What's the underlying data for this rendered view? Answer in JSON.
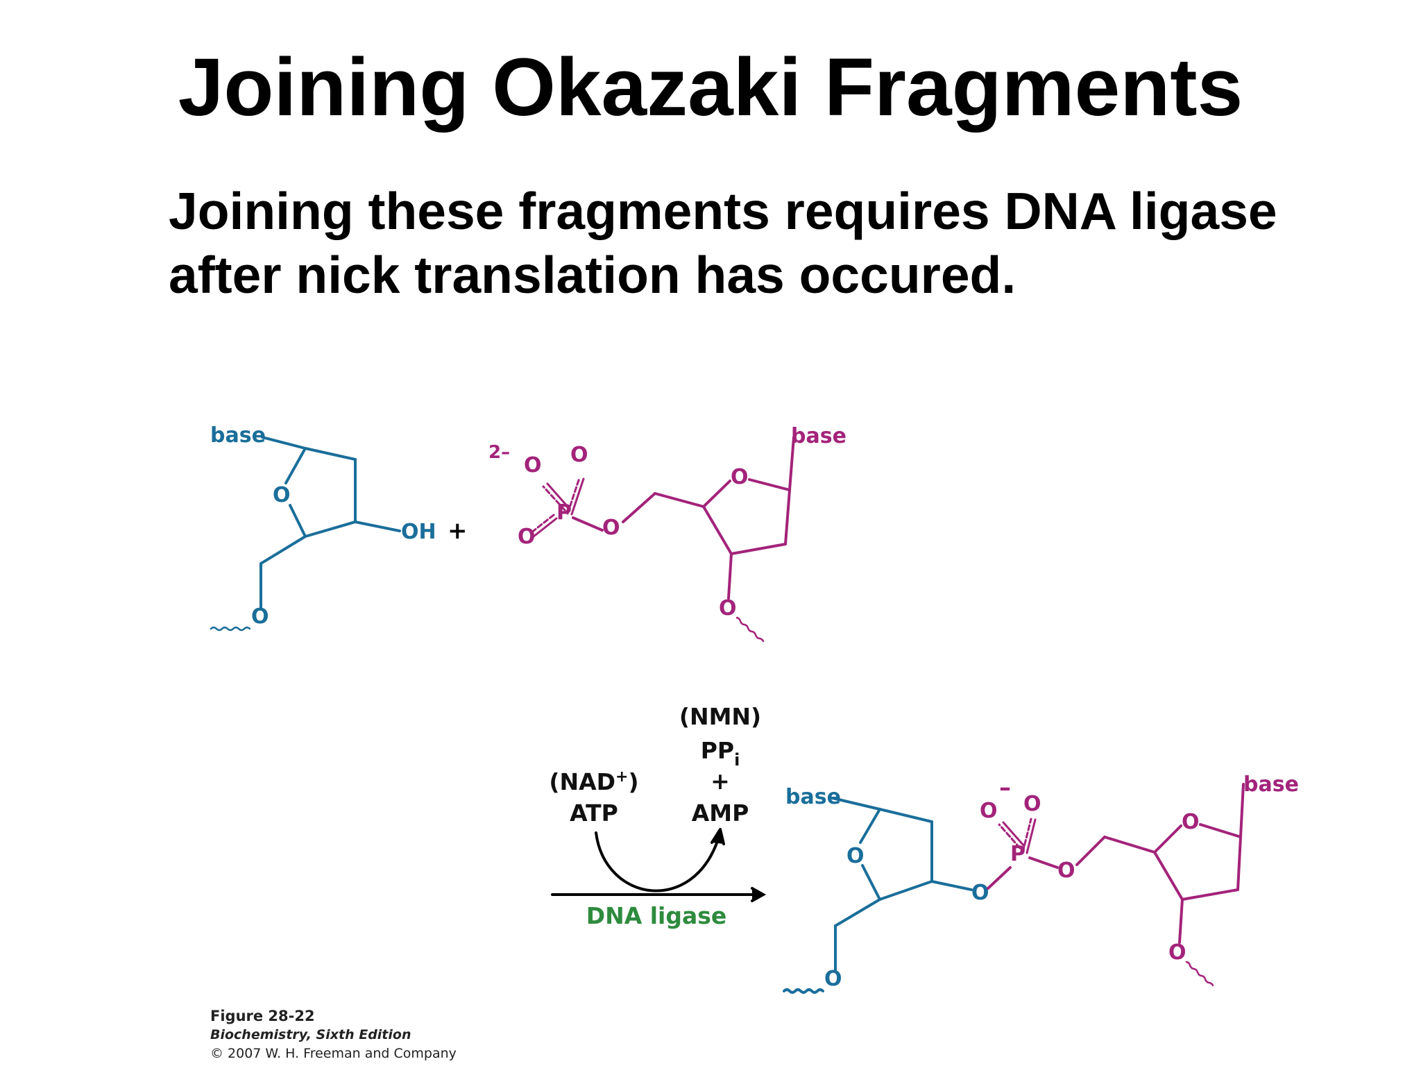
{
  "slide": {
    "title": "Joining Okazaki Fragments",
    "subtitle_line1": "Joining these fragments requires DNA ligase",
    "subtitle_line2": "after nick translation has occured."
  },
  "diagram": {
    "colors": {
      "upstream_strand": "#1a6e9a",
      "downstream_strand": "#a3237a",
      "enzyme": "#2e8b3e",
      "arrows": "#000000"
    },
    "labels": {
      "base": "base",
      "ring_oxygen": "O",
      "hydroxyl": "OH",
      "plus": "+",
      "charge_2minus": "2–",
      "phosphate_P": "P",
      "minus": "–",
      "cofactor_in_alt": "(NAD",
      "cofactor_in_alt_sup": "+",
      "cofactor_in_alt_close": ")",
      "cofactor_in": "ATP",
      "byproduct_alt": "(NMN)",
      "byproduct_pp": "PP",
      "byproduct_pp_sub": "i",
      "byproduct_plus": "+",
      "byproduct_amp": "AMP",
      "enzyme": "DNA ligase"
    }
  },
  "caption": {
    "figure": "Figure 28-22",
    "book": "Biochemistry, Sixth Edition",
    "copyright": "© 2007 W. H. Freeman and Company"
  }
}
